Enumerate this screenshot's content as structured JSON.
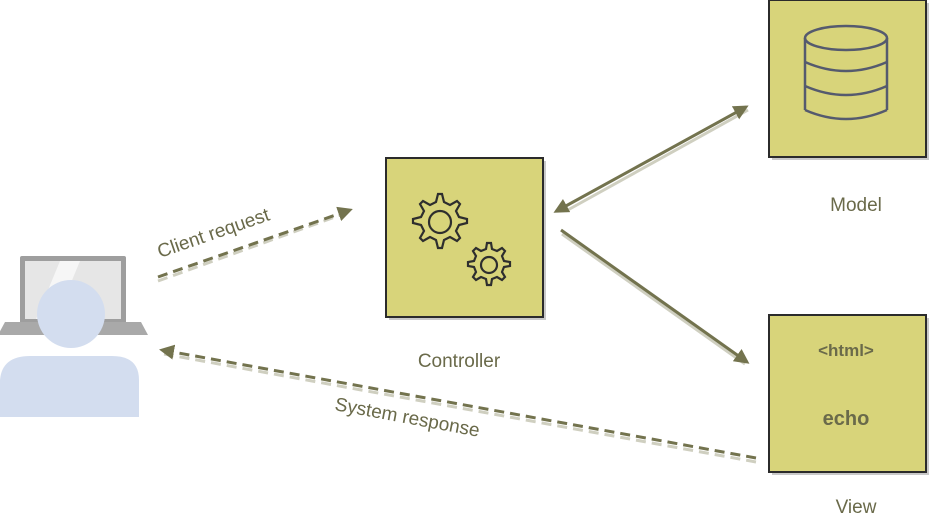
{
  "diagram": {
    "colors": {
      "box_fill": "#d8d47a",
      "box_border": "#2b2b2b",
      "arrow": "#73734e",
      "icon": "#555a6e",
      "person": "#d3ddef",
      "laptop": "#a7a7a7",
      "text": "#6a6a4a"
    },
    "nodes": {
      "controller": {
        "label": "Controller",
        "icon": "gears-icon"
      },
      "model": {
        "label": "Model",
        "icon": "database-icon"
      },
      "view": {
        "label": "View",
        "line1": "<html>",
        "line2": "echo"
      },
      "user": {
        "icon": "user-at-laptop-icon"
      }
    },
    "edges": {
      "client_request": {
        "label": "Client request",
        "style": "dashed"
      },
      "system_response": {
        "label": "System response",
        "style": "dashed"
      },
      "controller_model": {
        "style": "solid",
        "direction": "both"
      },
      "controller_view": {
        "style": "solid",
        "direction": "forward"
      }
    }
  }
}
